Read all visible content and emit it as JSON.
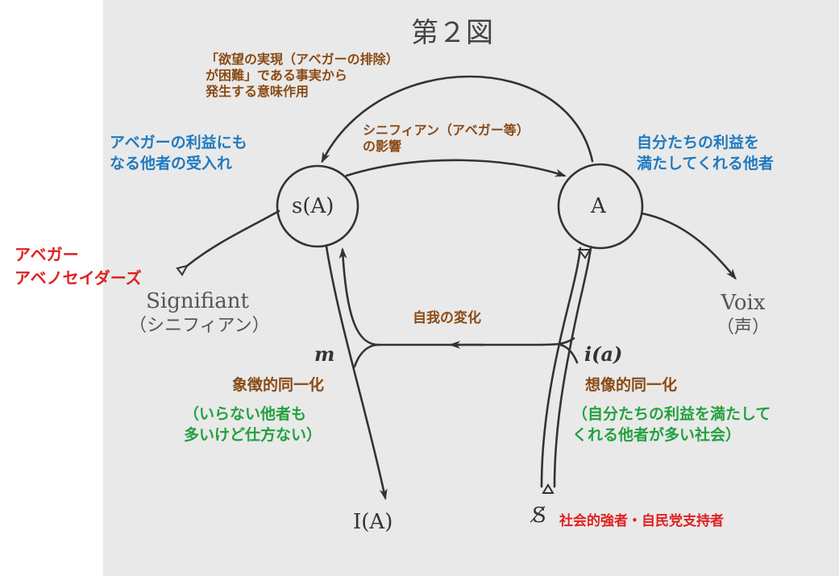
{
  "title": "第２図",
  "nodes": {
    "sA": "s(A)",
    "A": "A",
    "IA": "I(A)",
    "S": "S̸",
    "m": "m",
    "ia": "i(a)"
  },
  "terms": {
    "signifiant": "Signifiant",
    "signifiant_jp": "（シニフィアン）",
    "voix": "Voix",
    "voix_jp": "（声）"
  },
  "annotations": {
    "top_arc": "「欲望の実現（アベガーの排除）\nが困難」である事実から\n発生する意味作用",
    "signifier_effect": "シニフィアン（アベガー等）\nの影響",
    "ego_change": "自我の変化",
    "symbolic_id": "象徴的同一化",
    "imaginary_id": "想像的同一化",
    "left_other": "アベガーの利益にも\nなる他者の受入れ",
    "right_other": "自分たちの利益を\n満たしてくれる他者",
    "symbolic_note": "（いらない他者も\n多いけど仕方ない）",
    "imaginary_note": "（自分たちの利益を満たして\nくれる他者が多い社会）",
    "abegar": "アベガー\nアベノセイダーズ",
    "subject_note": "社会的強者・自民党支持者"
  },
  "colors": {
    "line": "#333333",
    "brown": "#8a4a14",
    "blue": "#1f7ac0",
    "green": "#23a140",
    "red": "#e02020"
  }
}
